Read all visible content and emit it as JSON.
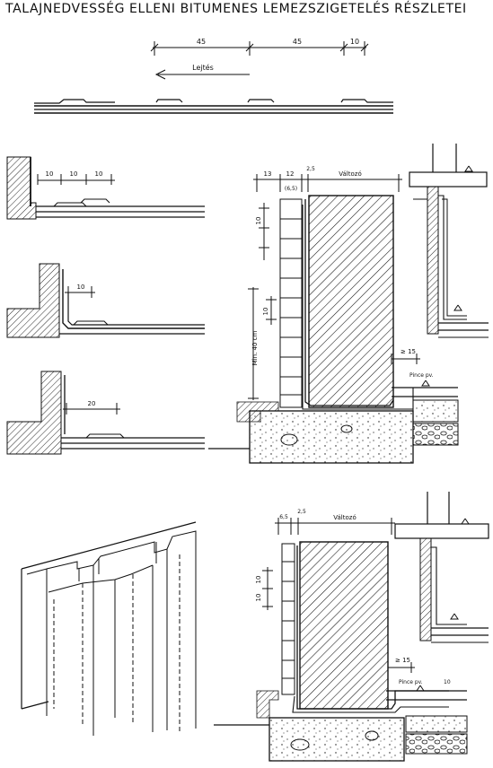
{
  "title": "TALAJNEDVESSÉG ELLENI BITUMENES LEMEZSZIGETELÉS RÉSZLETEI",
  "top_strip": {
    "dims": [
      "45",
      "45",
      "10"
    ],
    "direction_label": "Lejtés"
  },
  "corner_details": {
    "detail1_dims": [
      "10",
      "10",
      "10"
    ],
    "detail2_dim": "10",
    "detail3_dim": "20"
  },
  "wall_section_1": {
    "top_dims": [
      "13",
      "12",
      "2,5",
      "Változó"
    ],
    "sub_dim": "(6,5)",
    "side_dims": [
      "10",
      "10"
    ],
    "height_label": "Min. 40 cm",
    "overlap_label": "≥ 15",
    "floor_label": "Pince pv."
  },
  "wall_section_2": {
    "top_dims": [
      "6,5",
      "2,5",
      "Változó"
    ],
    "side_dims": [
      "10",
      "10"
    ],
    "overlap_label": "≥ 15",
    "floor_label": "Pince pv.",
    "floor_dim": "10"
  },
  "colors": {
    "ink": "#111111",
    "paper": "#ffffff"
  }
}
